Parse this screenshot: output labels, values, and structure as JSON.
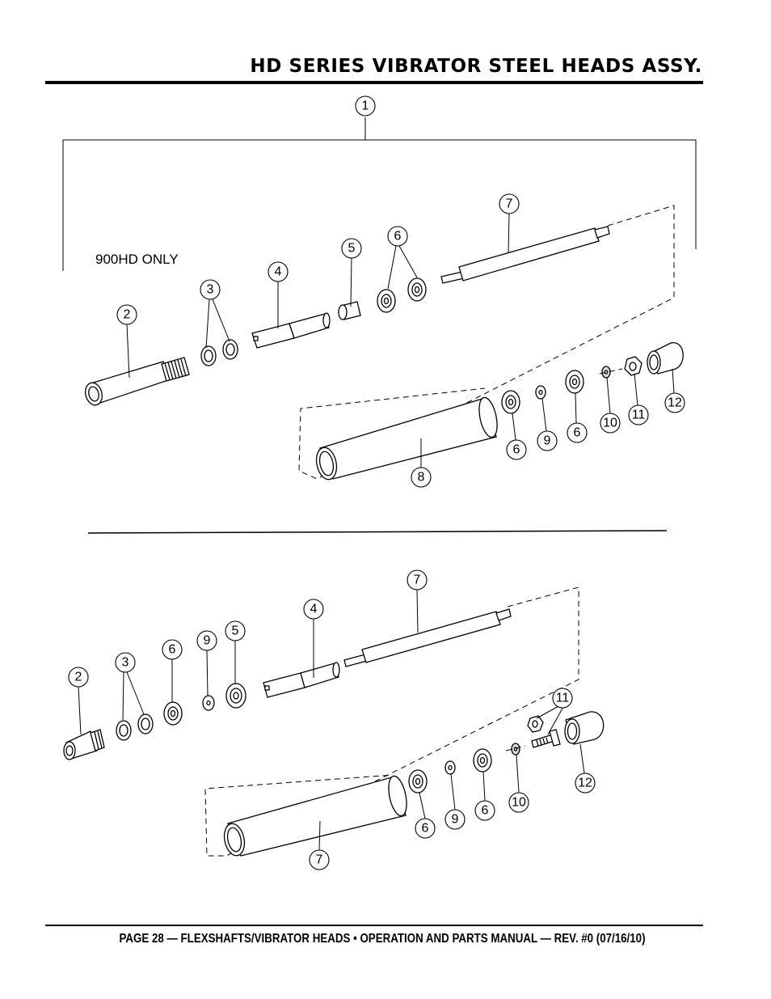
{
  "page_title": "HD SERIES VIBRATOR STEEL HEADS ASSY.",
  "footer": "PAGE 28 — FLEXSHAFTS/VIBRATOR HEADS • OPERATION AND PARTS MANUAL — REV. #0 (07/16/10)",
  "upper_assembly": {
    "note": "900HD ONLY",
    "callouts": [
      "1",
      "2",
      "3",
      "4",
      "5",
      "6",
      "7",
      "6",
      "9",
      "6",
      "10",
      "11",
      "12",
      "8"
    ]
  },
  "lower_assembly": {
    "callouts": [
      "7",
      "4",
      "5",
      "9",
      "6",
      "3",
      "2",
      "11",
      "12",
      "10",
      "6",
      "9",
      "6",
      "7"
    ]
  }
}
